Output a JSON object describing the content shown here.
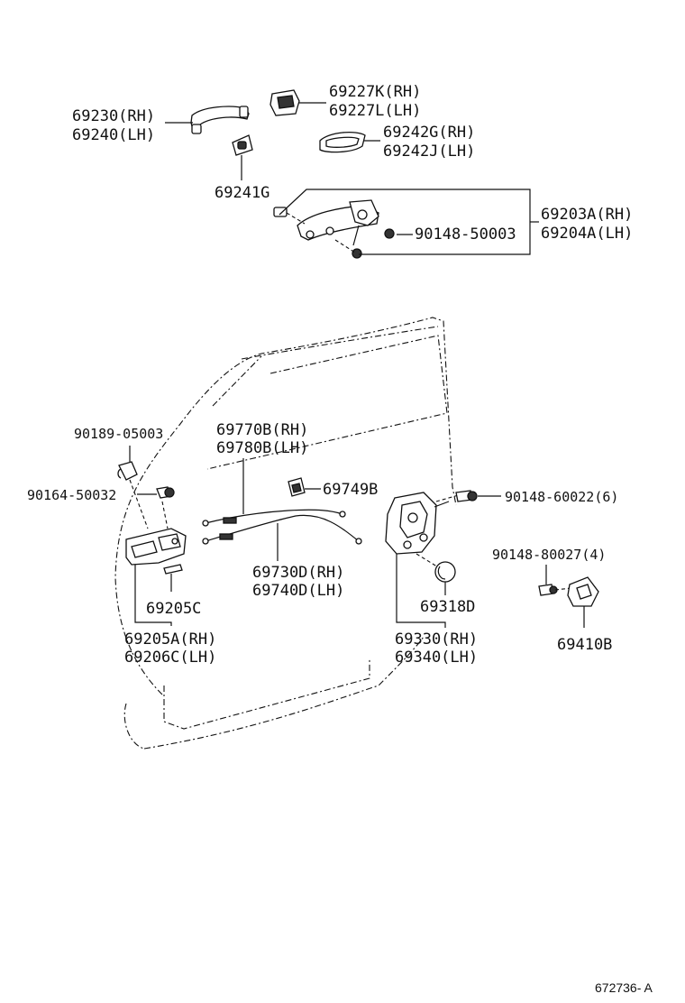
{
  "diagram": {
    "ref_code": "672736- A",
    "labels": {
      "p69230": "69230(RH)",
      "p69240": "69240(LH)",
      "p69227K": "69227K(RH)",
      "p69227L": "69227L(LH)",
      "p69242G": "69242G(RH)",
      "p69242J": "69242J(LH)",
      "p69241G": "69241G",
      "p69203A": "69203A(RH)",
      "p69204A": "69204A(LH)",
      "p90148_50003": "90148-50003",
      "p90189_05003": "90189-05003",
      "p90164_50032": "90164-50032",
      "p69770B": "69770B(RH)",
      "p69780B": "69780B(LH)",
      "p69749B": "69749B",
      "p90148_60022": "90148-60022(6)",
      "p90148_80027": "90148-80027(4)",
      "p69730D": "69730D(RH)",
      "p69740D": "69740D(LH)",
      "p69205C": "69205C",
      "p69318D": "69318D",
      "p69410B": "69410B",
      "p69205A": "69205A(RH)",
      "p69206C": "69206C(LH)",
      "p69330": "69330(RH)",
      "p69340": "69340(LH)"
    }
  }
}
